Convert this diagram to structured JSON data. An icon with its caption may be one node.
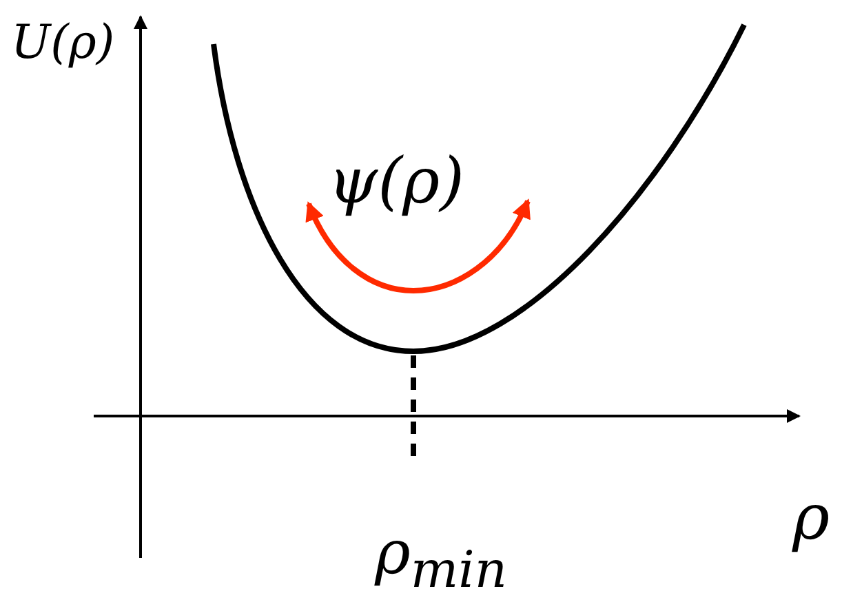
{
  "diagram": {
    "labels": [
      "U(ρ)",
      "ψ(ρ)",
      "ρ",
      "ρ$_{min}$"
    ]
  }
}
